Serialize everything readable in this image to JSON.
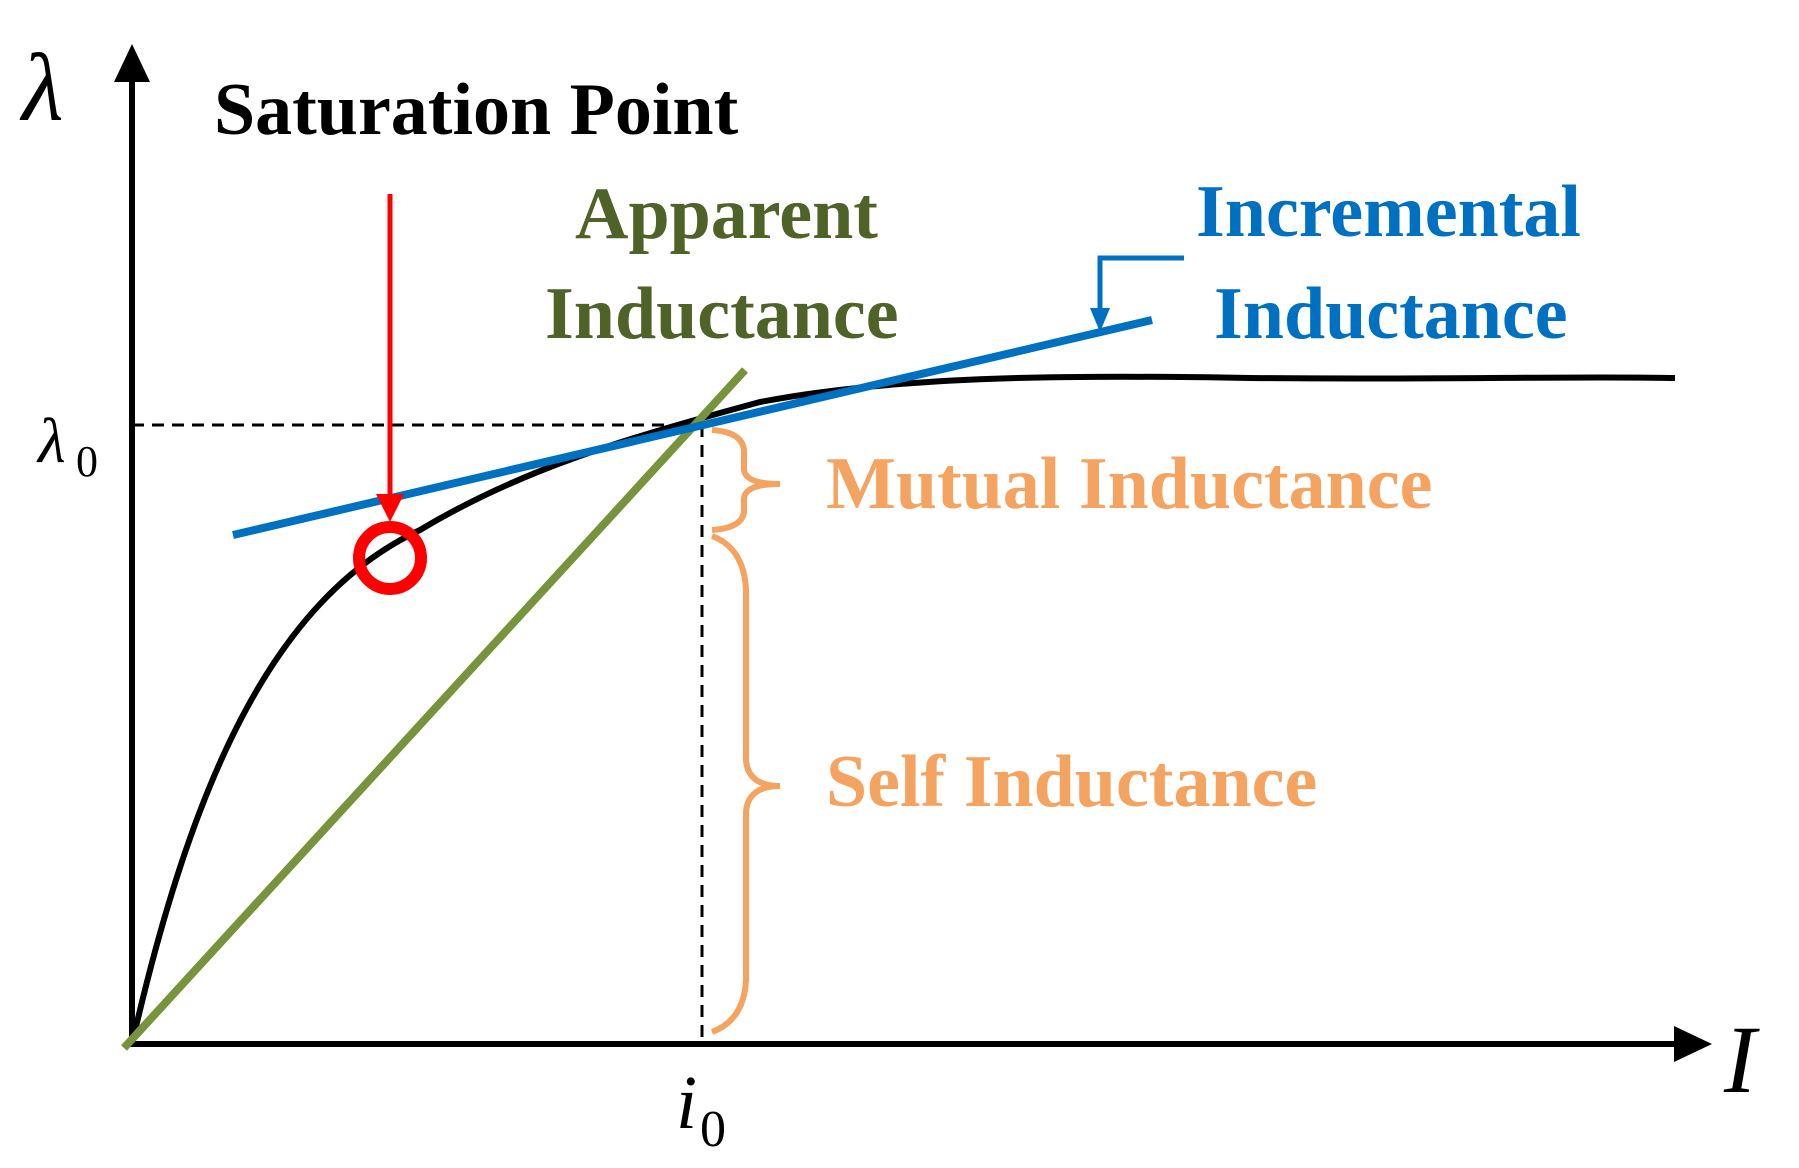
{
  "axes": {
    "y_symbol": "λ",
    "x_symbol": "I",
    "y_tick_symbol": "λ",
    "y_tick_subscript": "0",
    "x_tick_symbol": "i",
    "x_tick_subscript": "0"
  },
  "labels": {
    "saturation_point": "Saturation Point",
    "apparent_line1": "Apparent",
    "apparent_line2": "Inductance",
    "incremental_line1": "Incremental",
    "incremental_line2": "Inductance",
    "mutual": "Mutual Inductance",
    "self": "Self Inductance"
  },
  "colors": {
    "curve": "#000000",
    "apparent": "#77933c",
    "apparent_text": "#4f6228",
    "incremental": "#0070c0",
    "brace": "#f4a460",
    "saturation": "#ff0000",
    "axes": "#000000"
  }
}
